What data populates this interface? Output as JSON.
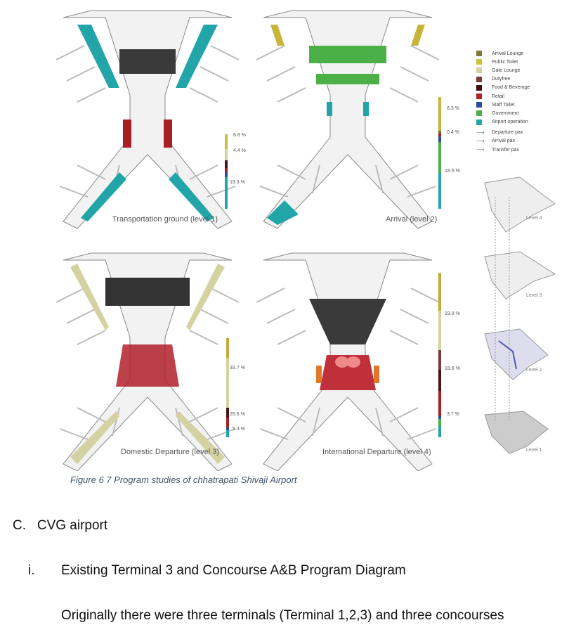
{
  "figure": {
    "panels": [
      {
        "label": "Transportation ground (level 1)",
        "percentages": [
          "6.8 %",
          "4.4 %",
          "19.3 %"
        ],
        "bar": [
          {
            "color": "#c9bf3a",
            "f": 0.2
          },
          {
            "color": "#d4d2a0",
            "f": 0.15
          },
          {
            "color": "#4a1414",
            "f": 0.1
          },
          {
            "color": "#a81f24",
            "f": 0.06
          },
          {
            "color": "#2f4aa0",
            "f": 0.07
          },
          {
            "color": "#21a5a8",
            "f": 0.42
          }
        ]
      },
      {
        "label": "Arrival (level 2)",
        "percentages": [
          "8.3 %",
          "0.4 %",
          "18.5 %"
        ],
        "bar": [
          {
            "color": "#c9b43a",
            "f": 0.3
          },
          {
            "color": "#7a6a3a",
            "f": 0.03
          },
          {
            "color": "#a81f24",
            "f": 0.02
          },
          {
            "color": "#2f4aa0",
            "f": 0.05
          },
          {
            "color": "#4cb048",
            "f": 0.28
          },
          {
            "color": "#21a5a8",
            "f": 0.32
          }
        ]
      },
      {
        "label": "Domestic Departure (level 3)",
        "percentages": [
          "33.7 %",
          "29.6 %",
          "5.3 %"
        ],
        "bar": [
          {
            "color": "#c9a93a",
            "f": 0.2
          },
          {
            "color": "#d4d2a0",
            "f": 0.5
          },
          {
            "color": "#4a1414",
            "f": 0.1
          },
          {
            "color": "#a81f24",
            "f": 0.1
          },
          {
            "color": "#2f4aa0",
            "f": 0.03
          },
          {
            "color": "#21a5a8",
            "f": 0.07
          }
        ]
      },
      {
        "label": "International Departure (level 4)",
        "percentages": [
          "19.8 %",
          "18.6 %",
          "3.7 %"
        ],
        "bar": [
          {
            "color": "#c9a93a",
            "f": 0.23
          },
          {
            "color": "#d4d2a0",
            "f": 0.24
          },
          {
            "color": "#7a3a3a",
            "f": 0.12
          },
          {
            "color": "#4a1414",
            "f": 0.13
          },
          {
            "color": "#a81f24",
            "f": 0.15
          },
          {
            "color": "#2f4aa0",
            "f": 0.02
          },
          {
            "color": "#4cb048",
            "f": 0.04
          },
          {
            "color": "#21a5a8",
            "f": 0.07
          }
        ]
      }
    ],
    "legend": [
      {
        "label": "Arrival Lounge",
        "color": "#7d7a3a"
      },
      {
        "label": "Public Toilet",
        "color": "#c9c43a"
      },
      {
        "label": "Gate Lounge",
        "color": "#d4d2a0"
      },
      {
        "label": "Dutyfree",
        "color": "#7a3a3a"
      },
      {
        "label": "Food & Beverage",
        "color": "#3a0e0e"
      },
      {
        "label": "Retail",
        "color": "#b0202a"
      },
      {
        "label": "Staff Toilet",
        "color": "#2f4aa0"
      },
      {
        "label": "Government",
        "color": "#4cb048"
      },
      {
        "label": "Airport operation",
        "color": "#21a5a8"
      }
    ],
    "flows": [
      {
        "label": "Departure pax",
        "color": "#3a7a3a"
      },
      {
        "label": "Arrival pax",
        "color": "#3a4aa0"
      },
      {
        "label": "Transfer pax",
        "color": "#8a5aa8"
      }
    ],
    "levels": [
      "Level 4",
      "Level 3",
      "Level 2",
      "Level 1"
    ],
    "caption": "Figure 6 7 Program studies of chhatrapati Shivaji Airport"
  },
  "section": {
    "marker": "C.",
    "title": "CVG airport"
  },
  "subsection": {
    "marker": "i.",
    "title": "Existing Terminal 3 and Concourse A&B Program Diagram"
  },
  "paragraph": "Originally there were three terminals (Terminal 1,2,3) and three concourses"
}
